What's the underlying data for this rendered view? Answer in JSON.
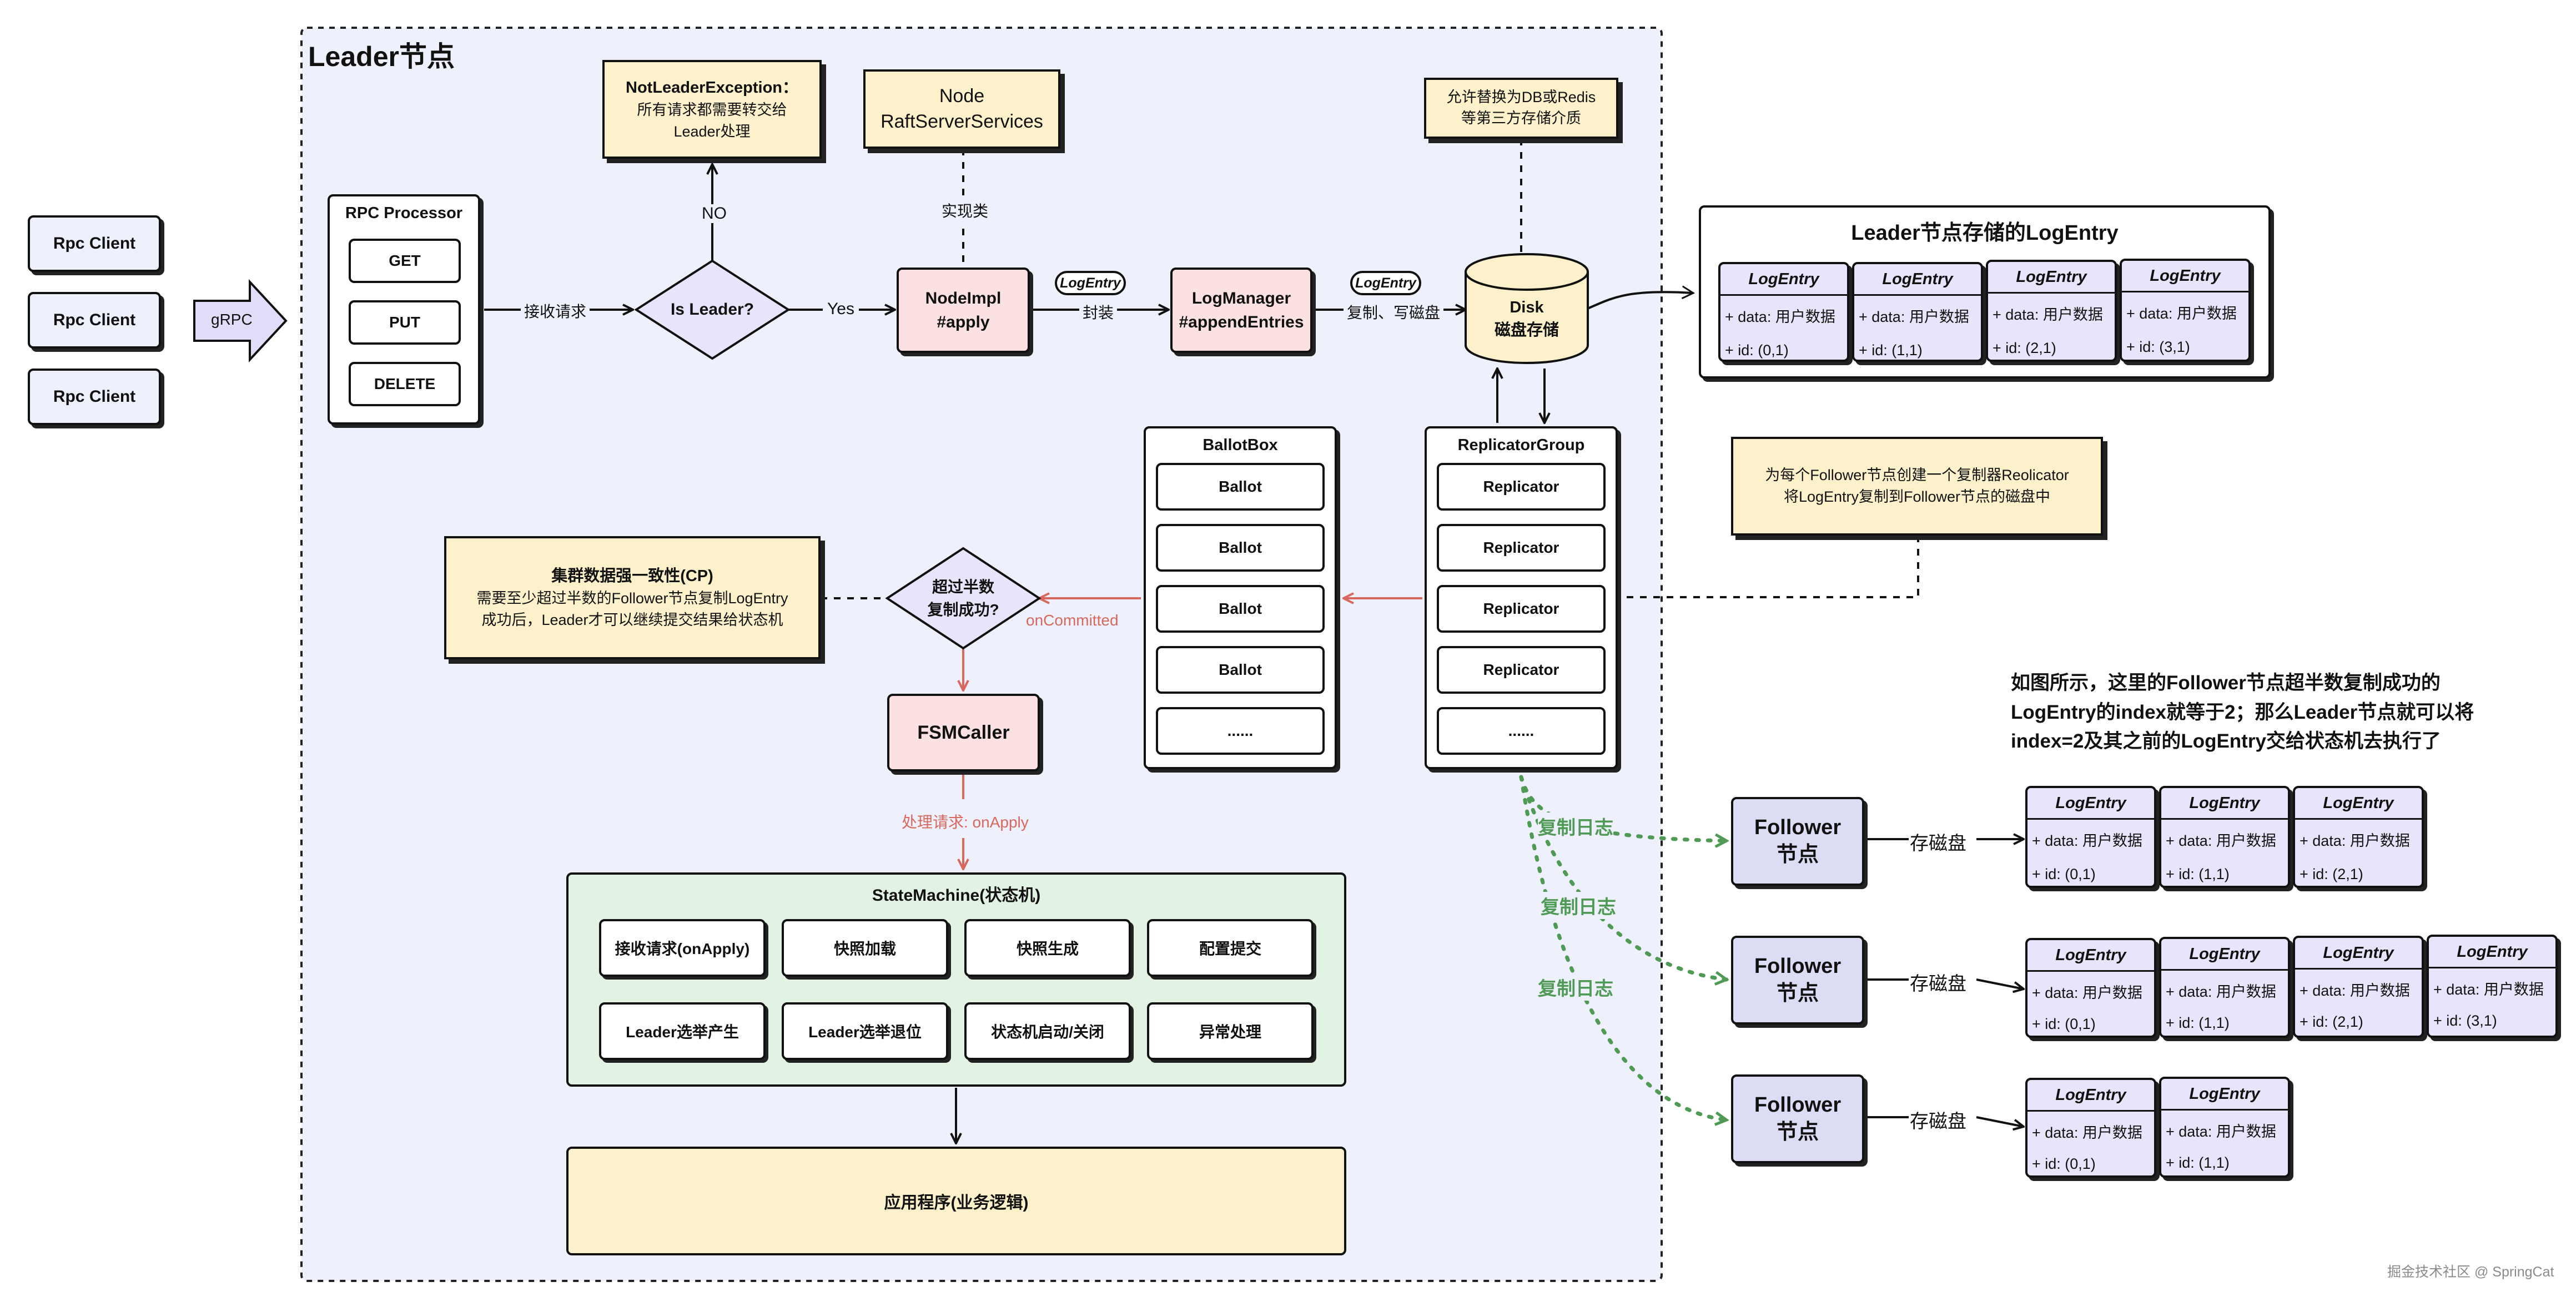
{
  "leader_title": "Leader节点",
  "clients": [
    "Rpc Client",
    "Rpc Client",
    "Rpc Client"
  ],
  "grpc_label": "gRPC",
  "rpc_processor": {
    "title": "RPC Processor",
    "buttons": [
      "GET",
      "PUT",
      "DELETE"
    ]
  },
  "edge_receive": "接收请求",
  "is_leader": "Is Leader?",
  "edge_yes": "Yes",
  "edge_no": "NO",
  "not_leader_note": {
    "title": "NotLeaderException：",
    "line1": "所有请求都需要转交给",
    "line2": "Leader处理"
  },
  "node_services_note": {
    "line1": "Node",
    "line2": "RaftServerServices"
  },
  "edge_impl": "实现类",
  "nodeimpl": {
    "line1": "NodeImpl",
    "line2": "#apply"
  },
  "logentry_pill": "LogEntry",
  "edge_encap": "封装",
  "logmanager": {
    "line1": "LogManager",
    "line2": "#appendEntries"
  },
  "edge_write": "复制、写磁盘",
  "disk": {
    "line1": "Disk",
    "line2": "磁盘存储"
  },
  "disk_note": {
    "line1": "允许替换为DB或Redis",
    "line2": "等第三方存储介质"
  },
  "leader_store": {
    "title": "Leader节点存储的LogEntry",
    "entries": [
      {
        "head": "LogEntry",
        "data": "+ data: 用户数据",
        "id": "+ id: (0,1)"
      },
      {
        "head": "LogEntry",
        "data": "+ data: 用户数据",
        "id": "+ id: (1,1)"
      },
      {
        "head": "LogEntry",
        "data": "+ data: 用户数据",
        "id": "+ id: (2,1)"
      },
      {
        "head": "LogEntry",
        "data": "+ data: 用户数据",
        "id": "+ id: (3,1)"
      }
    ]
  },
  "ballotbox": {
    "title": "BallotBox",
    "items": [
      "Ballot",
      "Ballot",
      "Ballot",
      "Ballot",
      "......"
    ]
  },
  "replicator_group": {
    "title": "ReplicatorGroup",
    "items": [
      "Replicator",
      "Replicator",
      "Replicator",
      "Replicator",
      "......"
    ]
  },
  "replicator_note": {
    "line1": "为每个Follower节点创建一个复制器Reolicator",
    "line2": "将LogEntry复制到Follower节点的磁盘中"
  },
  "cp_note": {
    "title": "集群数据强一致性(CP)",
    "line1": "需要至少超过半数的Follower节点复制LogEntry",
    "line2": "成功后，Leader才可以继续提交结果给状态机"
  },
  "majority": {
    "line1": "超过半数",
    "line2": "复制成功?"
  },
  "edge_committed": "onCommitted",
  "fsmcaller": "FSMCaller",
  "edge_onapply": "处理请求: onApply",
  "state_machine": {
    "title": "StateMachine(状态机)",
    "items": [
      "接收请求(onApply)",
      "快照加载",
      "快照生成",
      "配置提交",
      "Leader选举产生",
      "Leader选举退位",
      "状态机启动/关闭",
      "异常处理"
    ]
  },
  "application": "应用程序(业务逻辑)",
  "replicate_log": [
    "复制日志",
    "复制日志",
    "复制日志"
  ],
  "explanation": [
    "如图所示，这里的Follower节点超半数复制成功的",
    "LogEntry的index就等于2；那么Leader节点就可以将",
    "index=2及其之前的LogEntry交给状态机去执行了"
  ],
  "followers": [
    {
      "line1": "Follower",
      "line2": "节点",
      "store_label": "存磁盘",
      "entries": [
        {
          "head": "LogEntry",
          "data": "+ data: 用户数据",
          "id": "+ id: (0,1)"
        },
        {
          "head": "LogEntry",
          "data": "+ data: 用户数据",
          "id": "+ id: (1,1)"
        },
        {
          "head": "LogEntry",
          "data": "+ data: 用户数据",
          "id": "+ id: (2,1)"
        }
      ]
    },
    {
      "line1": "Follower",
      "line2": "节点",
      "store_label": "存磁盘",
      "entries": [
        {
          "head": "LogEntry",
          "data": "+ data: 用户数据",
          "id": "+ id: (0,1)"
        },
        {
          "head": "LogEntry",
          "data": "+ data: 用户数据",
          "id": "+ id: (1,1)"
        },
        {
          "head": "LogEntry",
          "data": "+ data: 用户数据",
          "id": "+ id: (2,1)"
        },
        {
          "head": "LogEntry",
          "data": "+ data: 用户数据",
          "id": "+ id: (3,1)"
        }
      ]
    },
    {
      "line1": "Follower",
      "line2": "节点",
      "store_label": "存磁盘",
      "entries": [
        {
          "head": "LogEntry",
          "data": "+ data: 用户数据",
          "id": "+ id: (0,1)"
        },
        {
          "head": "LogEntry",
          "data": "+ data: 用户数据",
          "id": "+ id: (1,1)"
        }
      ]
    }
  ],
  "watermark": "掘金技术社区 @ SpringCat",
  "colors": {
    "leader_bg": "#eef1fb",
    "client_bg": "#eef0fb",
    "note_bg": "#fdf1cb",
    "pink": "#fbe1e1",
    "purple": "#e9e3fb",
    "green_bg": "#e3f3e3",
    "green": "#4f9a55",
    "red": "#d9675d"
  }
}
